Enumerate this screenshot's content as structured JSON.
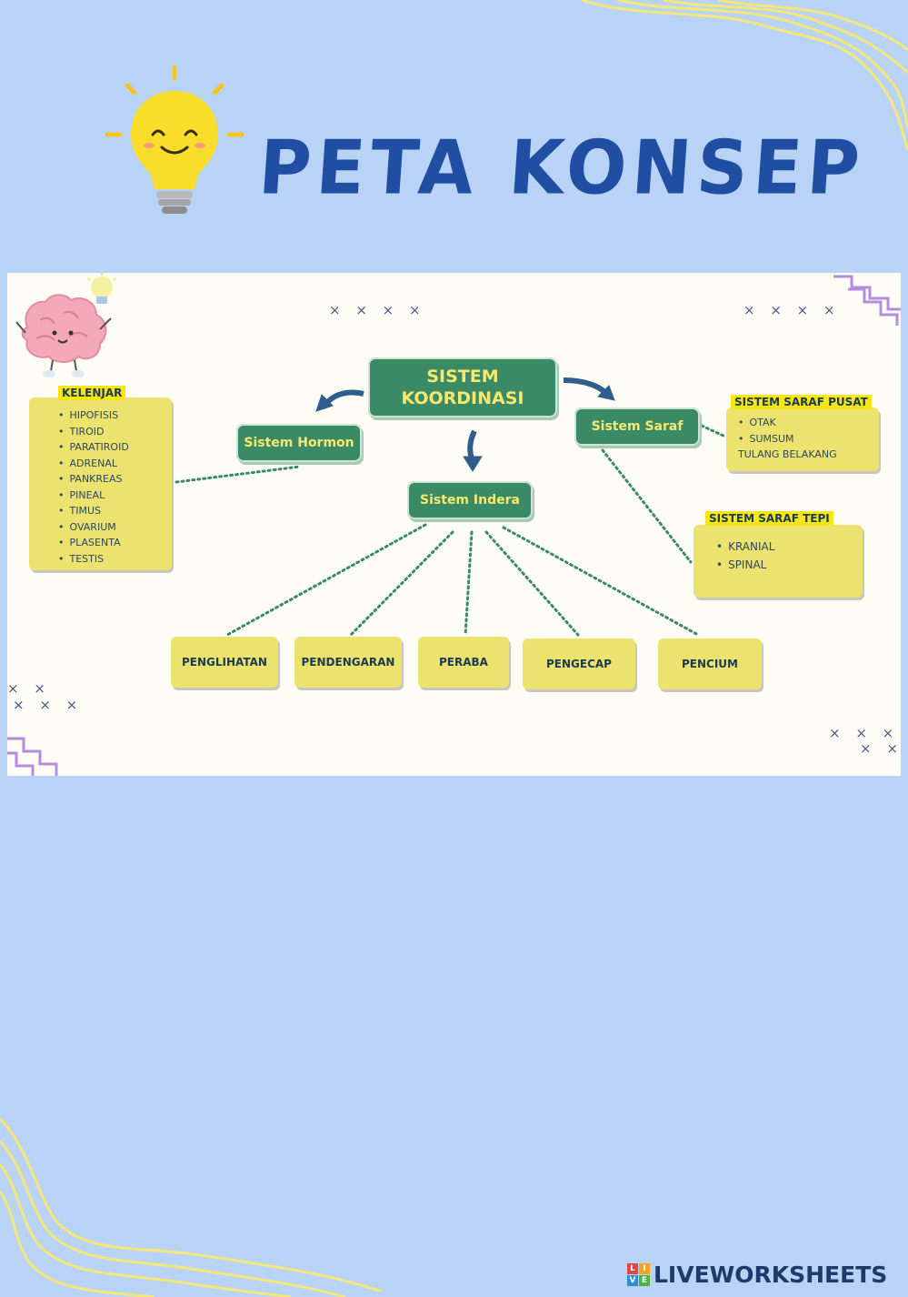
{
  "title": "PETA KONSEP",
  "root": {
    "line1": "SISTEM",
    "line2": "KOORDINASI"
  },
  "branches": {
    "hormon": "Sistem Hormon",
    "saraf": "Sistem Saraf",
    "indera": "Sistem Indera"
  },
  "kelenjar": {
    "label": "KELENJAR",
    "items": [
      "HIPOFISIS",
      "TIROID",
      "PARATIROID",
      "ADRENAL",
      "PANKREAS",
      "PINEAL",
      "TIMUS",
      "OVARIUM",
      "PLASENTA",
      "TESTIS"
    ]
  },
  "saraf_pusat": {
    "label": "SISTEM SARAF PUSAT",
    "items": [
      "OTAK",
      "SUMSUM TULANG BELAKANG"
    ]
  },
  "saraf_tepi": {
    "label": "SISTEM SARAF TEPI",
    "items": [
      "KRANIAL",
      "SPINAL"
    ]
  },
  "indera": [
    "PENGLIHATAN",
    "PENDENGARAN",
    "PERABA",
    "PENGECAP",
    "PENCIUM"
  ],
  "decor_marks": [
    "× × × ×",
    "× × × ×",
    "× ×",
    "× × ×",
    "× × × ×",
    "× ×"
  ],
  "brand": {
    "logo_letters": [
      "L",
      "I",
      "V",
      "E"
    ],
    "text": "LIVEWORKSHEETS"
  },
  "colors": {
    "background": "#b9d3f6",
    "title": "#1f4ea3",
    "node_green": "#3b8a66",
    "node_text": "#f7e970",
    "box_yellow": "#ece36e",
    "label_yellow": "#f6e615",
    "connector": "#3b8a66"
  }
}
